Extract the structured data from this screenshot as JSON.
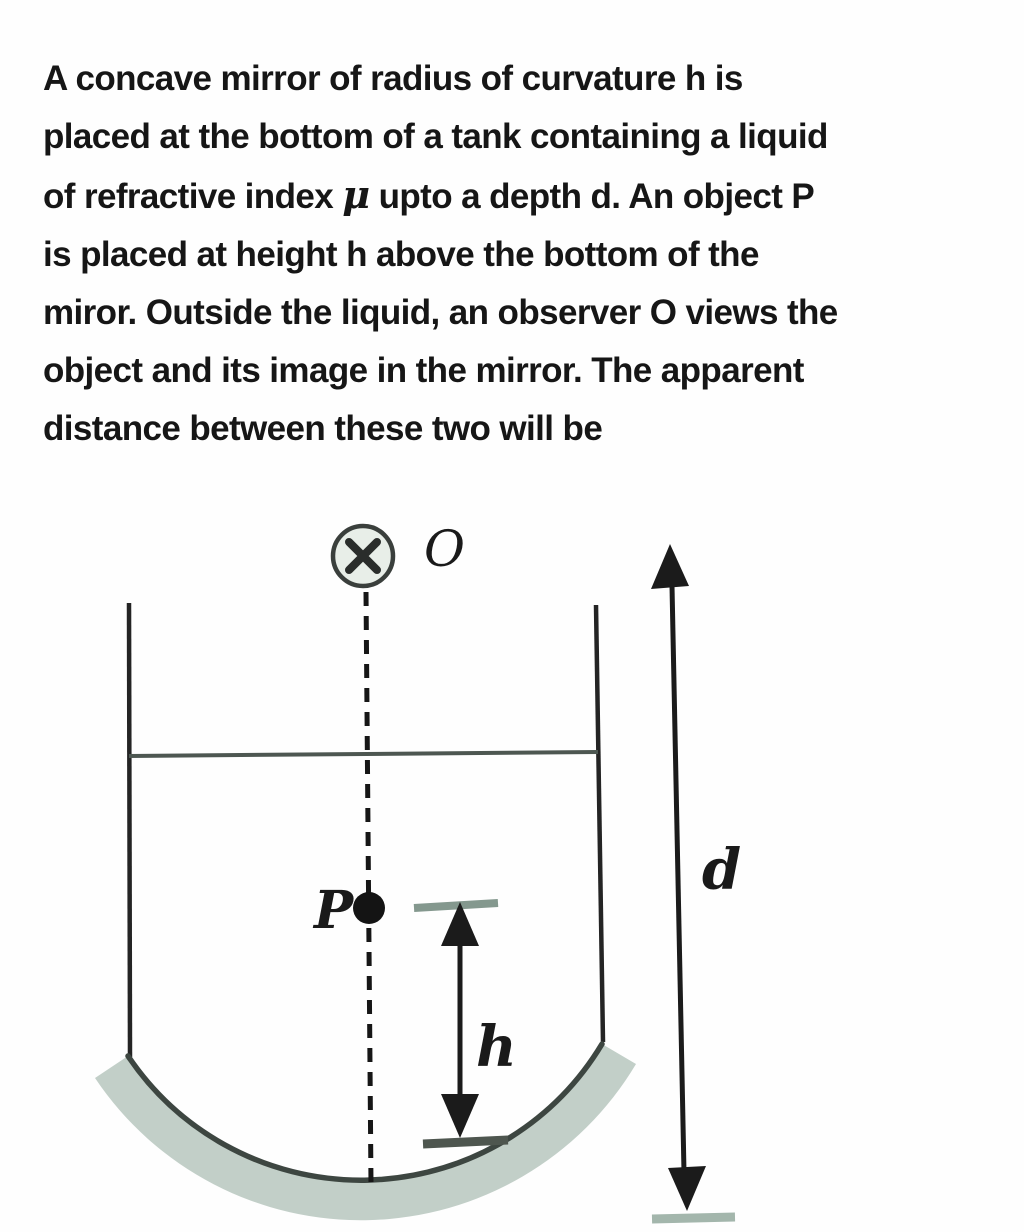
{
  "question": {
    "line1": "A concave mirror of radius of curvature h is",
    "line2": "placed at the bottom of a tank containing a liquid",
    "line3_pre": "of refractive index ",
    "line3_mu": "μ",
    "line3_post": " upto a depth d. An object P",
    "line4": "is placed at height h above the bottom of the",
    "line5": "miror. Outside the liquid, an observer O views the",
    "line6": "object and its image in the mirror. The apparent",
    "line7": "distance between these two will be"
  },
  "diagram": {
    "labels": {
      "observer": "O",
      "object": "P",
      "height": "h",
      "depth": "d"
    },
    "colors": {
      "observer_fill": "#e8eee8",
      "liquid_surface": "#4d5751",
      "mirror_fill": "#c2cfc8",
      "mirror_edge": "#3d4641",
      "tick_light": "#84988e",
      "tick_dark": "#4e564f",
      "tick_light2": "#a3b6ac",
      "ink": "#1a1a1a"
    }
  }
}
